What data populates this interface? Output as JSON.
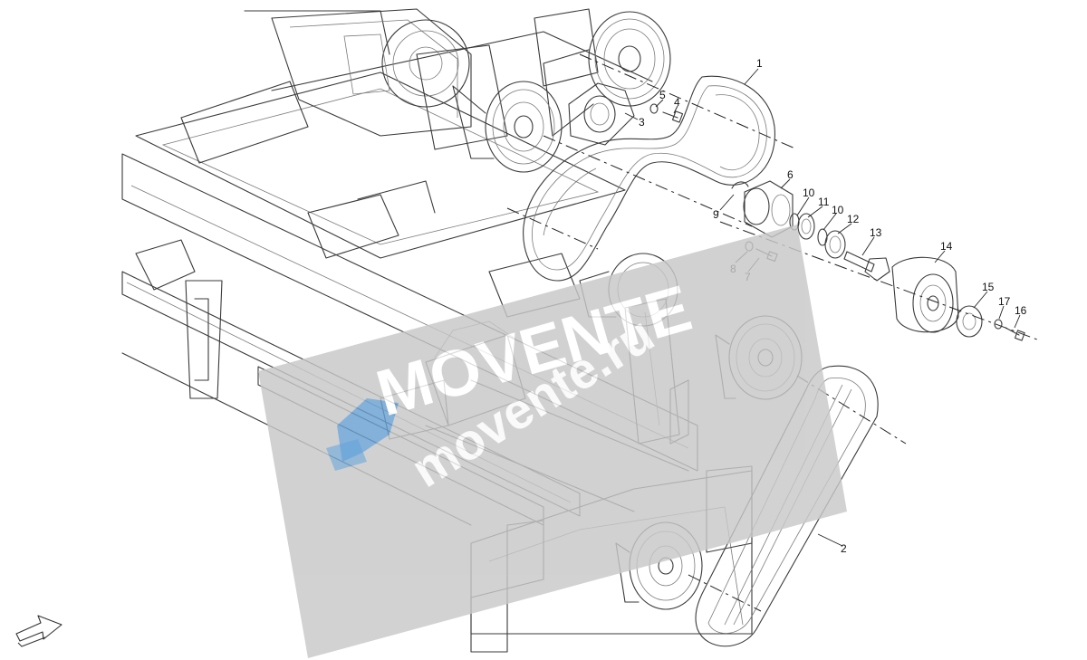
{
  "callouts": [
    {
      "id": "1",
      "label": "1"
    },
    {
      "id": "2",
      "label": "2"
    },
    {
      "id": "3",
      "label": "3"
    },
    {
      "id": "4",
      "label": "4"
    },
    {
      "id": "5",
      "label": "5"
    },
    {
      "id": "6",
      "label": "6"
    },
    {
      "id": "7",
      "label": "7"
    },
    {
      "id": "8",
      "label": "8"
    },
    {
      "id": "9",
      "label": "9"
    },
    {
      "id": "10a",
      "label": "10"
    },
    {
      "id": "11",
      "label": "11"
    },
    {
      "id": "10b",
      "label": "10"
    },
    {
      "id": "12",
      "label": "12"
    },
    {
      "id": "13",
      "label": "13"
    },
    {
      "id": "14",
      "label": "14"
    },
    {
      "id": "15",
      "label": "15"
    },
    {
      "id": "16",
      "label": "16"
    },
    {
      "id": "17",
      "label": "17"
    }
  ],
  "watermark": {
    "logo_text": "MOVENTE",
    "domain_text": "movente.ru",
    "band_color": "#c8c8c8",
    "accent_color": "#3f8fd6"
  },
  "icons": {
    "orientation": "forward-arrow-icon"
  }
}
